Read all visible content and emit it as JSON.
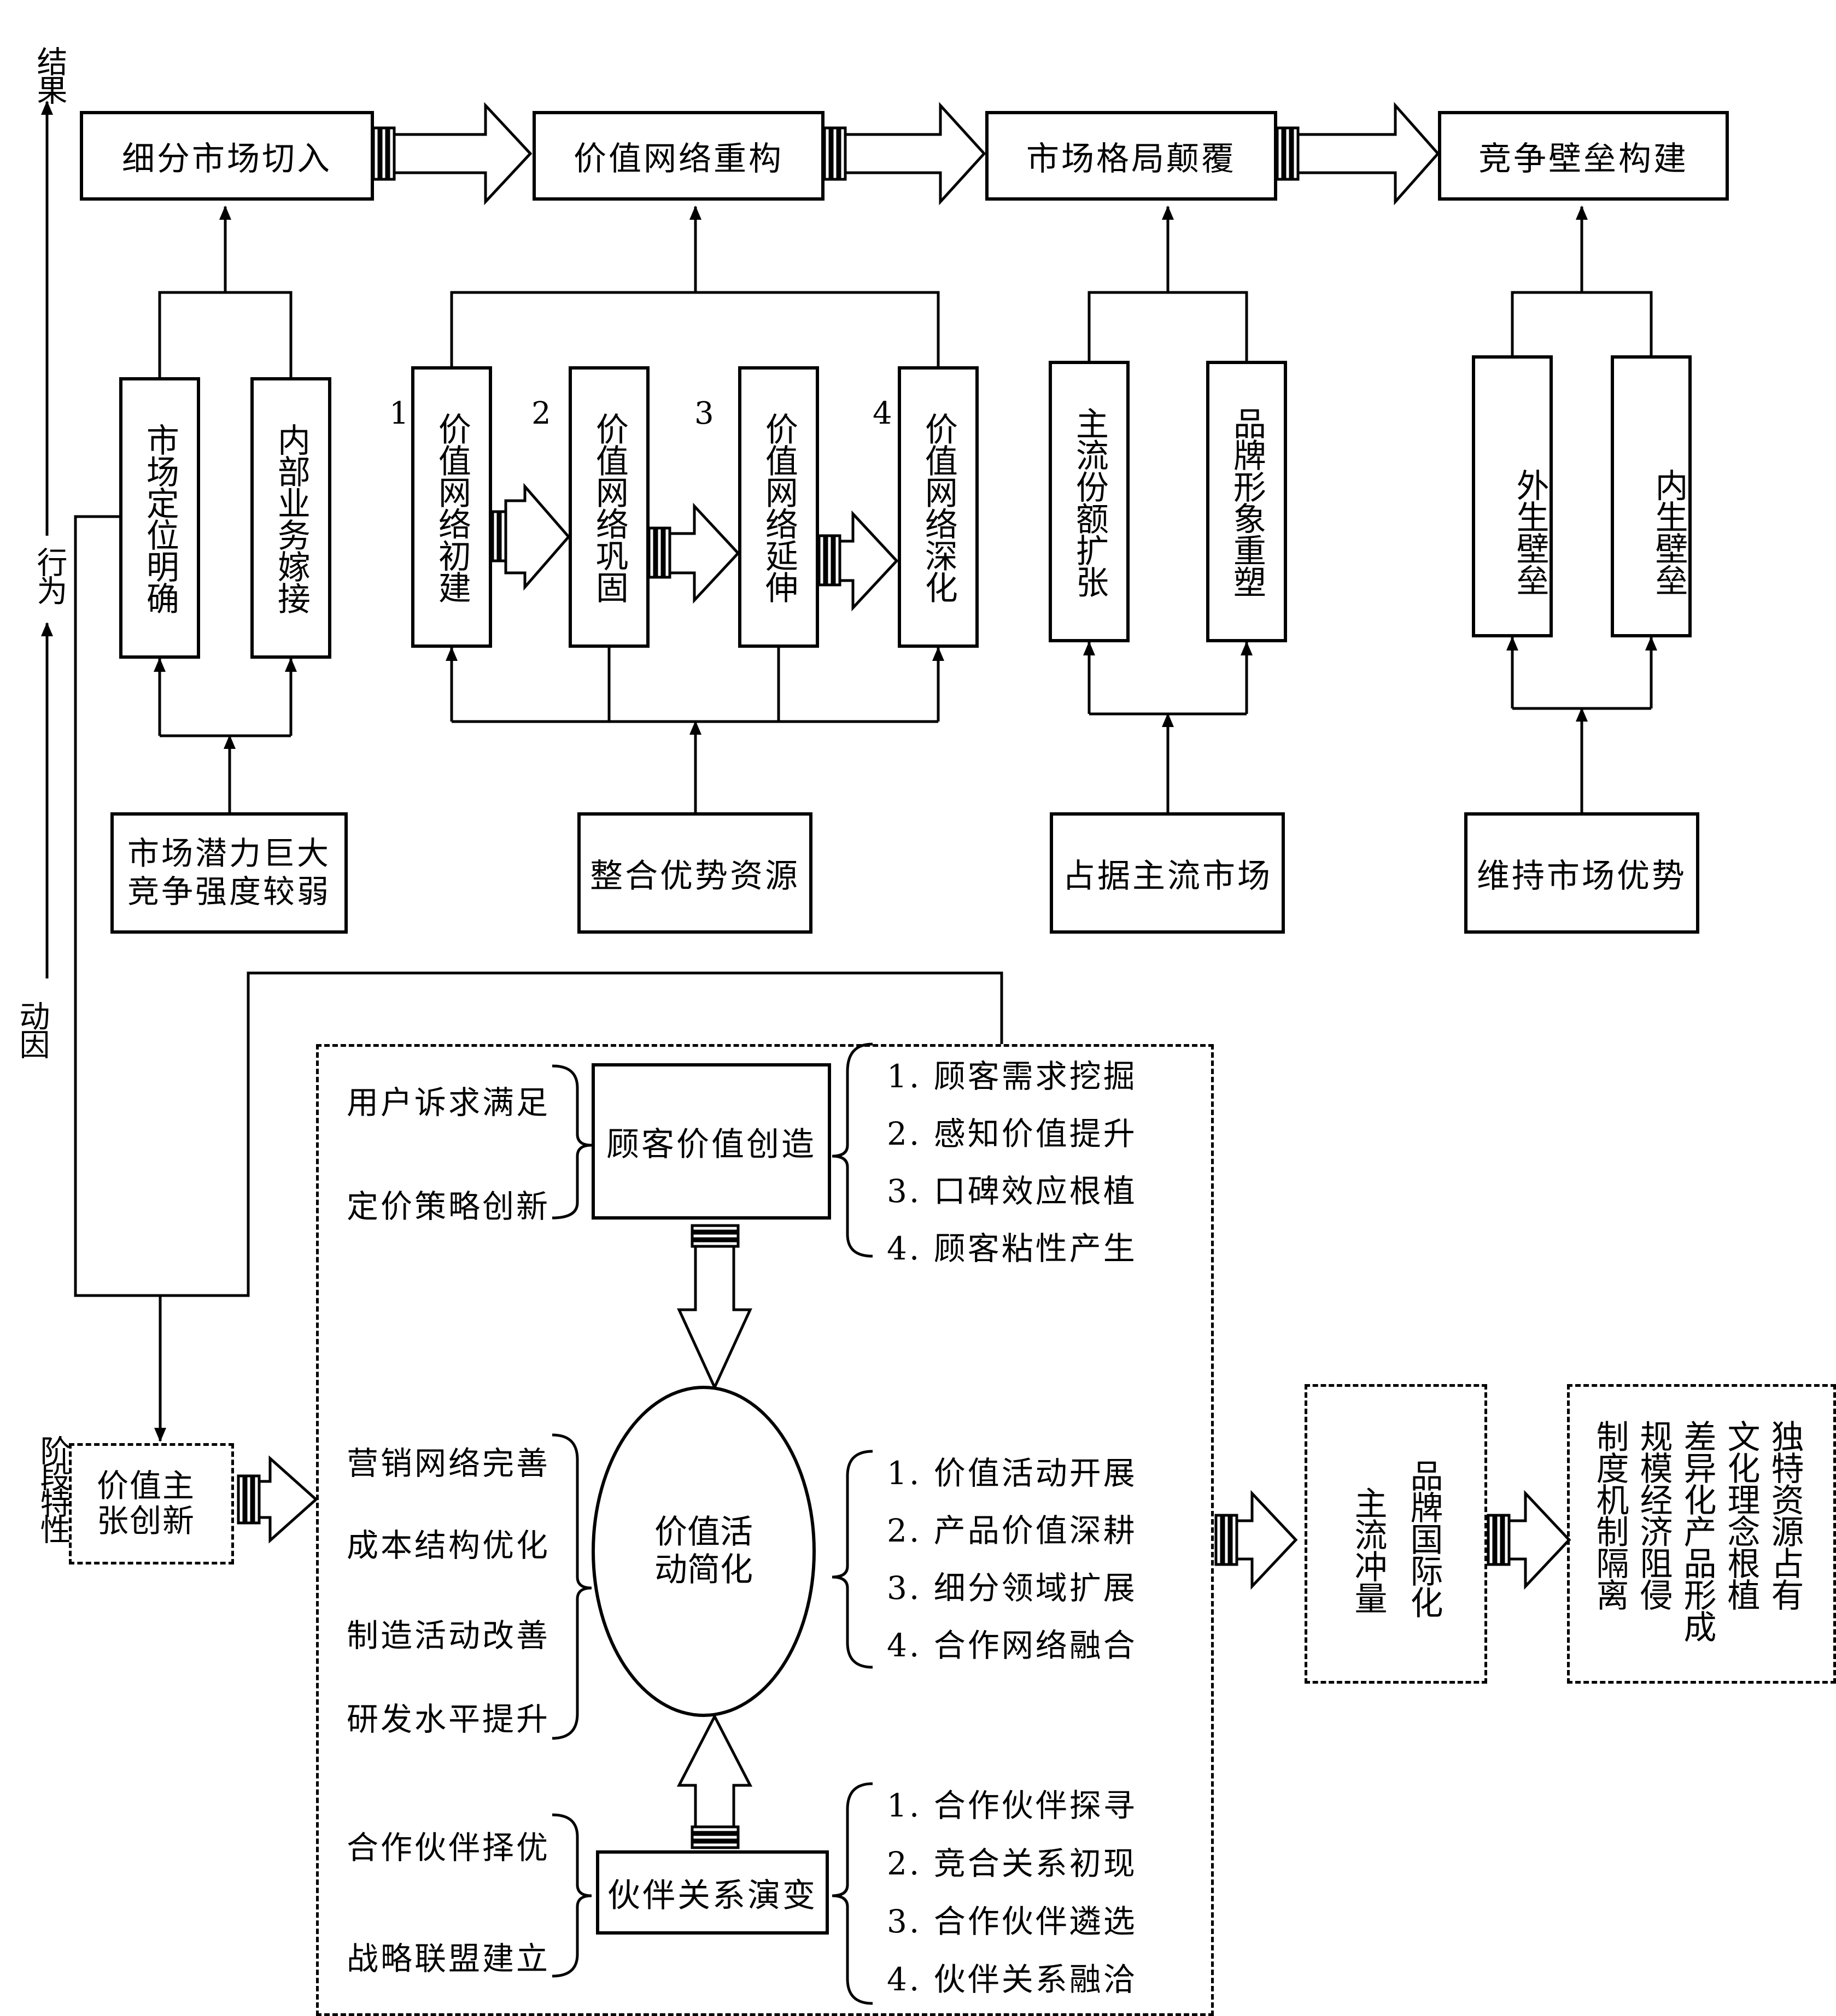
{
  "axis": {
    "result": "结果",
    "behavior": "行为",
    "driver": "动因",
    "stage": "阶段特性"
  },
  "top_row": {
    "s1": "细分市场切入",
    "s2": "价值网络重构",
    "s3": "市场格局颠覆",
    "s4": "竞争壁垒构建"
  },
  "behaviors": {
    "b1a": "市场定位明确",
    "b1b": "内部业务嫁接",
    "b2a": "价值网络初建",
    "b2b": "价值网络巩固",
    "b2c": "价值网络延伸",
    "b2d": "价值网络深化",
    "b3a": "主流份额扩张",
    "b3b": "品牌形象重塑",
    "b4a": "外生壁垒",
    "b4b": "内生壁垒"
  },
  "step_numbers": [
    "1",
    "2",
    "3",
    "4"
  ],
  "drivers": {
    "d1_line1": "市场潜力巨大",
    "d1_line2": "竞争强度较弱",
    "d2": "整合优势资源",
    "d3": "占据主流市场",
    "d4": "维持市场优势"
  },
  "core": {
    "customer_value": "顾客价值创造",
    "customer_left": [
      "用户诉求满足",
      "定价策略创新"
    ],
    "customer_right": [
      "1. 顾客需求挖掘",
      "2. 感知价值提升",
      "3. 口碑效应根植",
      "4. 顾客粘性产生"
    ],
    "activity_line1": "价值活",
    "activity_line2": "动简化",
    "activity_left": [
      "营销网络完善",
      "成本结构优化",
      "制造活动改善",
      "研发水平提升"
    ],
    "activity_right": [
      "1. 价值活动开展",
      "2. 产品价值深耕",
      "3. 细分领域扩展",
      "4. 合作网络融合"
    ],
    "partner": "伙伴关系演变",
    "partner_left": [
      "合作伙伴择优",
      "战略联盟建立"
    ],
    "partner_right": [
      "1. 合作伙伴探寻",
      "2. 竞合关系初现",
      "3. 合作伙伴遴选",
      "4. 伙伴关系融洽"
    ]
  },
  "stages": {
    "stage1": "价值主张创新",
    "stage3_col1": "品牌国际化",
    "stage3_col2": "主流冲量",
    "stage4_cols": [
      "独特资源占有",
      "文化理念根植",
      "差异化产品形成",
      "规模经济阻侵",
      "制度机制隔离"
    ]
  }
}
